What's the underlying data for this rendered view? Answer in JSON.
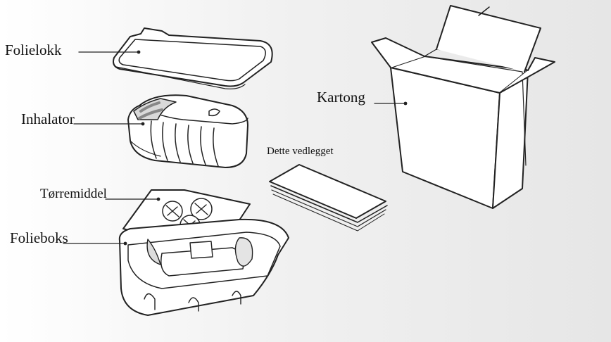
{
  "labels": {
    "foil_lid": "Folielokk",
    "inhaler": "Inhalator",
    "desiccant": "Tørremiddel",
    "foil_box": "Folieboks",
    "carton": "Kartong",
    "leaflet": "Dette vedlegget"
  }
}
